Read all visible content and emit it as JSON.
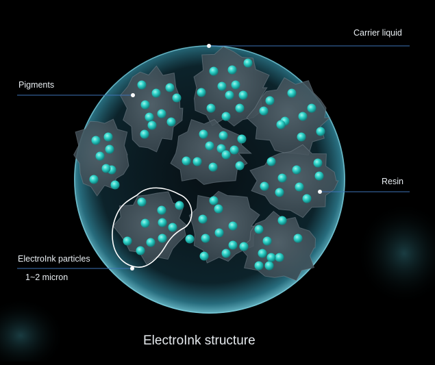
{
  "title": "ElectroInk structure",
  "labels": {
    "carrier_liquid": "Carrier liquid",
    "pigments": "Pigments",
    "resin": "Resin",
    "electroink_particles": "ElectroInk particles",
    "size": "1~2 micron"
  },
  "colors": {
    "background": "#000000",
    "bubble_edge": "#6fc6d6",
    "resin": "#4b5a63",
    "pigment": "#2fd3c9",
    "leader_line": "#3e74b8",
    "highlight_outline": "#ffffff"
  }
}
